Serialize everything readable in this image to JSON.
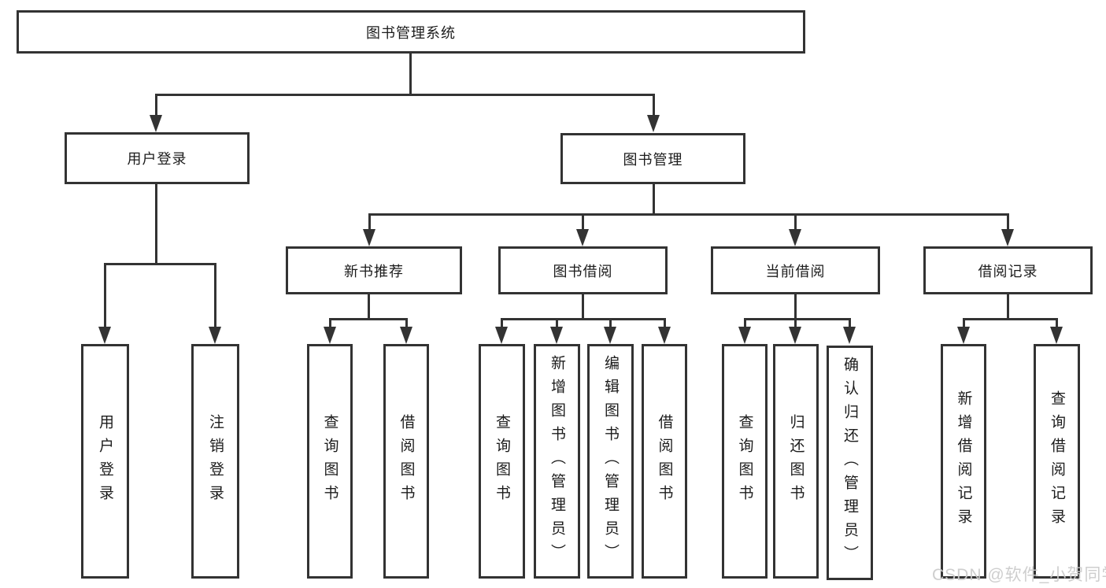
{
  "diagram": {
    "type": "functional-structure-tree",
    "colors": {
      "line": "#333333",
      "node_border": "#333333",
      "node_fill": "#ffffff",
      "text": "#1c1c1c",
      "background": "#ffffff",
      "watermark_text": "#cbcbcb"
    },
    "tree": {
      "label": "图书管理系统",
      "children": [
        {
          "label": "用户登录",
          "children": [
            {
              "label": "用户登录"
            },
            {
              "label": "注销登录"
            }
          ]
        },
        {
          "label": "图书管理",
          "children": [
            {
              "label": "新书推荐",
              "children": [
                {
                  "label": "查询图书"
                },
                {
                  "label": "借阅图书"
                }
              ]
            },
            {
              "label": "图书借阅",
              "children": [
                {
                  "label": "查询图书"
                },
                {
                  "label": "新增图书（管理员）"
                },
                {
                  "label": "编辑图书（管理员）"
                },
                {
                  "label": "借阅图书"
                }
              ]
            },
            {
              "label": "当前借阅",
              "children": [
                {
                  "label": "查询图书"
                },
                {
                  "label": "归还图书"
                },
                {
                  "label": "确认归还（管理员）"
                }
              ]
            },
            {
              "label": "借阅记录",
              "children": [
                {
                  "label": "新增借阅记录"
                },
                {
                  "label": "查询借阅记录"
                }
              ]
            }
          ]
        }
      ]
    },
    "watermark": {
      "text": "CSDN @软件_小贺同学"
    }
  }
}
